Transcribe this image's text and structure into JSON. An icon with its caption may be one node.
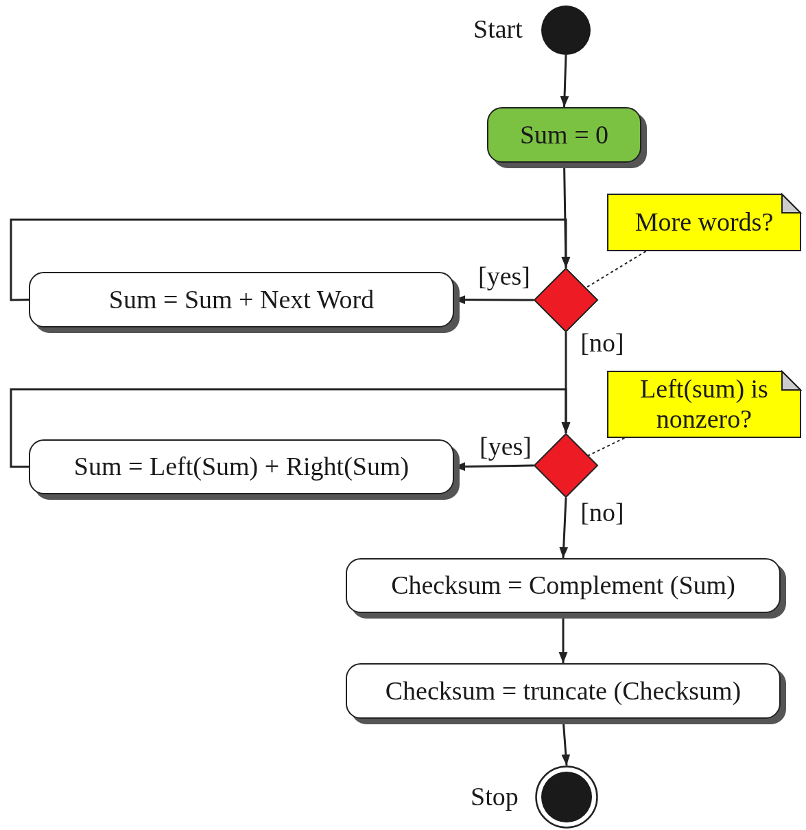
{
  "diagram": {
    "nodes": [
      {
        "text": [],
        "shape": "circle",
        "beside": [
          "Start"
        ]
      },
      {
        "text": [
          "Sum =  0"
        ]
      },
      {
        "text": [],
        "shape": "diamond"
      },
      {
        "text": [
          "More words?"
        ]
      },
      {
        "text": [
          "Sum = Sum + Next Word"
        ]
      },
      {
        "text": [],
        "shape": "diamond"
      },
      {
        "text": [
          "Left(sum) is nonzero?"
        ]
      },
      {
        "text": [
          "Sum = Left(Sum) + Right(Sum)"
        ]
      },
      {
        "text": [
          "Checksum = Complement (Sum)"
        ]
      },
      {
        "text": [
          "Checksum = truncate (Checksum)"
        ]
      },
      {
        "text": [],
        "shape": "circle",
        "beside": [
          "Stop"
        ]
      }
    ],
    "edges": [
      {
        "from": 0,
        "to": 1,
        "arrow": "to"
      },
      {
        "from": 1,
        "to": 2,
        "arrow": "to"
      },
      {
        "from": 2,
        "to": 4,
        "arrow": "to",
        "label": "[yes]"
      },
      {
        "from": 4,
        "to": 2,
        "arrow": "to"
      },
      {
        "from": 2,
        "to": 5,
        "arrow": "to",
        "label": "[no]"
      },
      {
        "from": 3,
        "to": 2,
        "arrow": "none",
        "style": "dashed"
      },
      {
        "from": 5,
        "to": 7,
        "arrow": "to",
        "label": "[yes]"
      },
      {
        "from": 7,
        "to": 5,
        "arrow": "to"
      },
      {
        "from": 6,
        "to": 5,
        "arrow": "none",
        "style": "dashed"
      },
      {
        "from": 5,
        "to": 8,
        "arrow": "to",
        "label": "[no]"
      },
      {
        "from": 8,
        "to": 9,
        "arrow": "to"
      },
      {
        "from": 9,
        "to": 10,
        "arrow": "to"
      }
    ]
  }
}
